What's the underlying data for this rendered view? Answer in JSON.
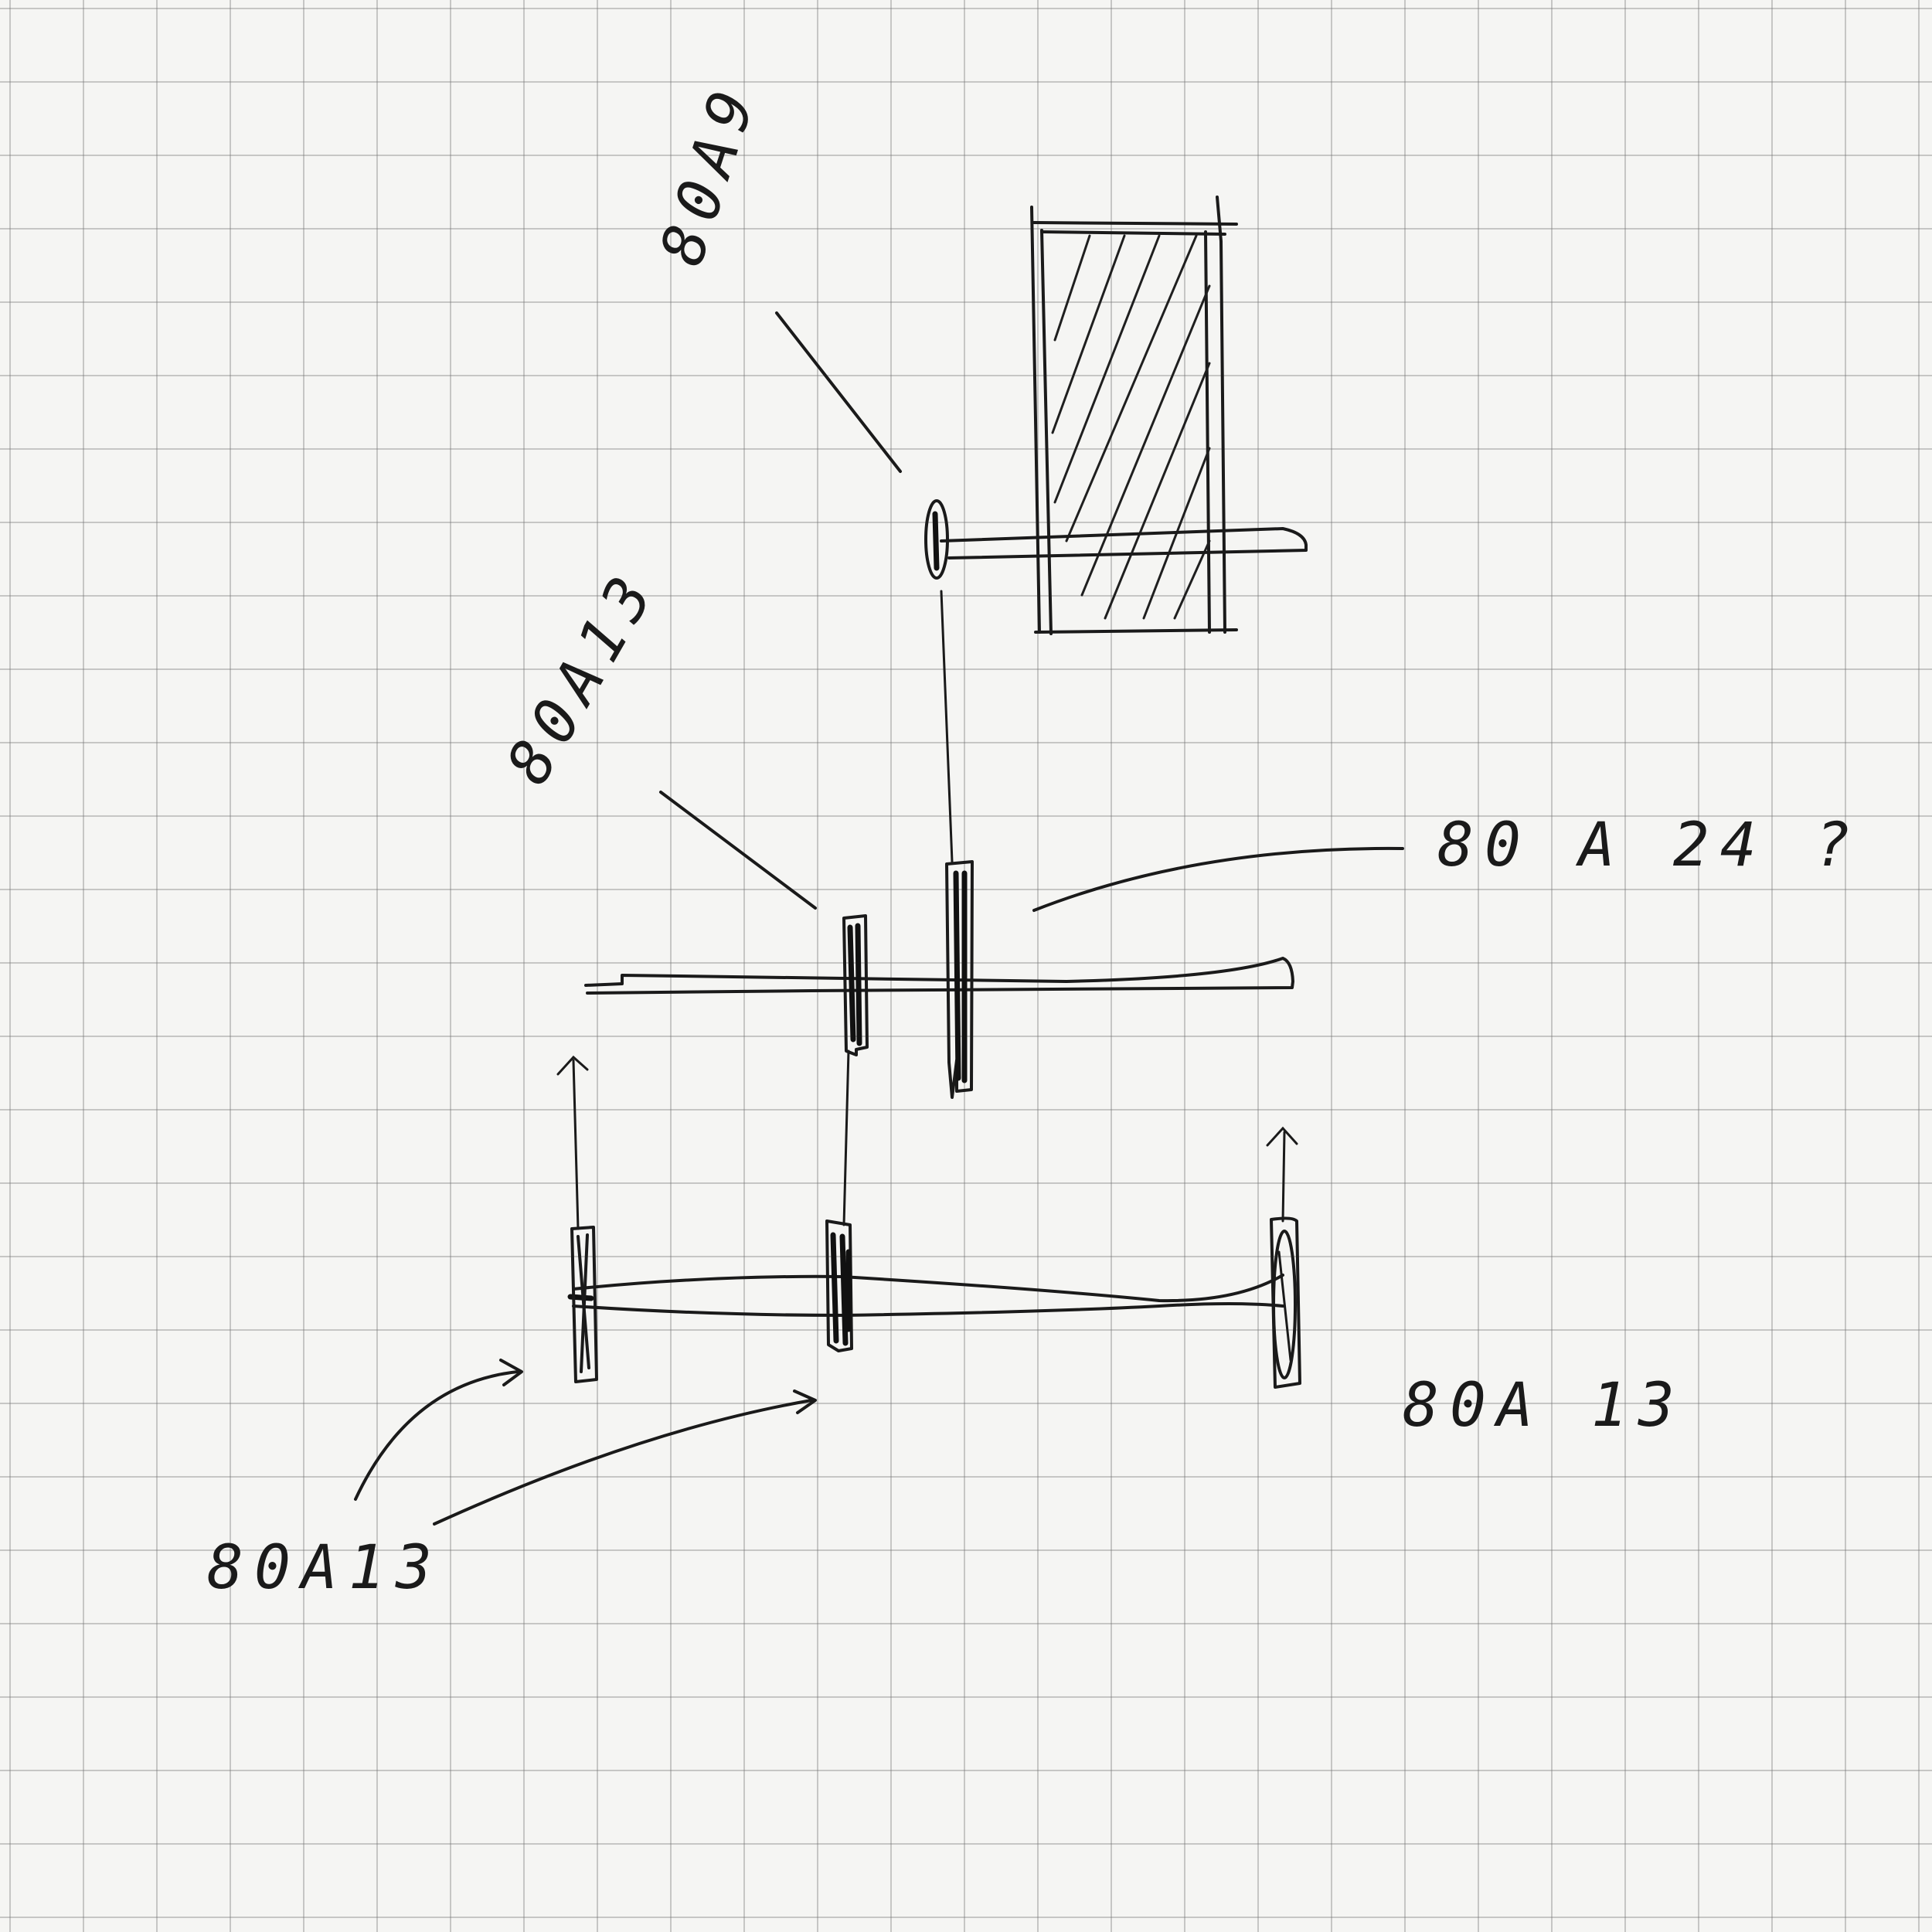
{
  "labels": {
    "top": "80A9",
    "upper_left": "80A13",
    "upper_right": "80 A 24 ?",
    "lower_right": "80A 13",
    "lower_left": "80A13"
  },
  "colors": {
    "paper": "#f5f5f3",
    "grid": "#8a8a8a",
    "ink": "#1a1a1a"
  }
}
